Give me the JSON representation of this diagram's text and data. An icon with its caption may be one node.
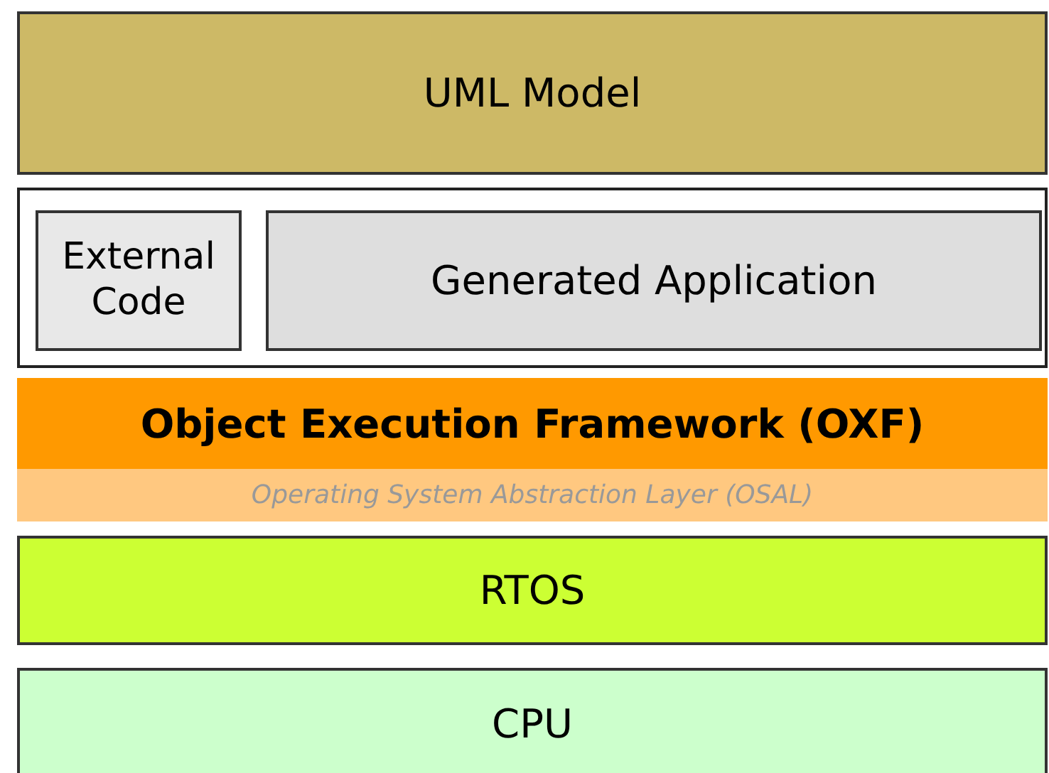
{
  "diagram": {
    "nodes": [
      {
        "text": [
          "UML Model"
        ]
      },
      {
        "text": [],
        "shape": "box"
      },
      {
        "text": [
          "External Code"
        ],
        "in": 1
      },
      {
        "text": [
          "Generated Application"
        ],
        "in": 1
      },
      {
        "text": [
          "Object Execution Framework (OXF)"
        ]
      },
      {
        "text": [
          "Operating System Abstraction Layer (OSAL)"
        ],
        "in": 4
      },
      {
        "text": [
          "RTOS"
        ]
      },
      {
        "text": [
          "CPU"
        ]
      }
    ]
  }
}
